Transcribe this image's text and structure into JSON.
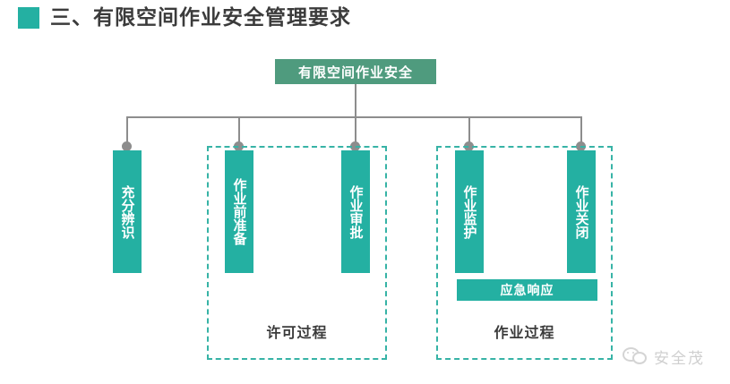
{
  "header": {
    "title": "三、有限空间作业安全管理要求",
    "bullet_color": "#24b0a2",
    "title_color": "#3b3b3b"
  },
  "diagram": {
    "root": {
      "label": "有限空间作业安全",
      "color": "#4f9b7e"
    },
    "nodes": [
      {
        "id": "node-1",
        "label": "充分辨识",
        "color": "#24b0a2"
      },
      {
        "id": "node-2",
        "label": "作业前准备",
        "color": "#24b0a2"
      },
      {
        "id": "node-3",
        "label": "作业审批",
        "color": "#24b0a2"
      },
      {
        "id": "node-4",
        "label": "作业监护",
        "color": "#24b0a2"
      },
      {
        "id": "node-5",
        "label": "作业关闭",
        "color": "#24b0a2"
      }
    ],
    "groups": [
      {
        "id": "group-permit",
        "label": "许可过程",
        "border_color": "#37b3a6"
      },
      {
        "id": "group-operation",
        "label": "作业过程",
        "border_color": "#37b3a6"
      }
    ],
    "emergency": {
      "label": "应急响应",
      "color": "#24b0a2"
    },
    "connector_color": "#8d8d8d"
  },
  "watermark": {
    "text": "安全茂",
    "icon": "wechat-logo"
  }
}
